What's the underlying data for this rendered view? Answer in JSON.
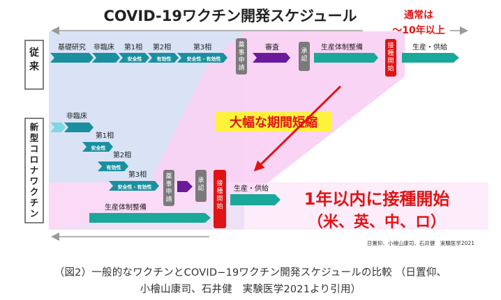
{
  "title": "COVID-19ワクチン開発スケジュール",
  "note": {
    "line1": "通常は",
    "line2": "〜10年以上"
  },
  "rows": {
    "conventional": "従来",
    "new_chars": [
      "新",
      "型",
      "コ",
      "ロ",
      "ナ",
      "ワ",
      "ク",
      "チ",
      "ン"
    ]
  },
  "conventional": {
    "basic_research": "基礎研究",
    "nonclinical": "非臨床",
    "phase1": "第1相",
    "phase1_sub": "安全性",
    "phase2": "第2相",
    "phase2_sub": "有効性",
    "phase3": "第3相",
    "phase3_sub": "安全性・有効性",
    "approval_application": [
      "薬",
      "事",
      "申",
      "請"
    ],
    "review": "審査",
    "approval": [
      "承",
      "認"
    ],
    "production_setup": "生産体制整備",
    "vaccination_start": [
      "接",
      "種",
      "開",
      "始"
    ],
    "production_supply": "生産・供給"
  },
  "new": {
    "nonclinical": "非臨床",
    "phase1": "第1相",
    "phase1_sub": "安全性",
    "phase2": "第2相",
    "phase2_sub": "有効性",
    "phase3": "第3相",
    "phase3_sub": "安全性・有効性",
    "approval_application": [
      "薬",
      "事",
      "申",
      "請"
    ],
    "approval": [
      "承",
      "認"
    ],
    "vaccination_start": [
      "接",
      "種",
      "開",
      "始"
    ],
    "production_supply": "生産・供給",
    "production_setup": "生産体制整備"
  },
  "callout_shorten": "大幅な期間短縮",
  "result": {
    "line1": "1年以内に接種開始",
    "line2": "（米、英、中、ロ）"
  },
  "credit": "日置仰、小檜山康司、石井健　実験医学2021",
  "caption": {
    "line1": "（図2）一般的なワクチンとCOVID−19ワクチン開発スケジュールの比較 （日置仰、",
    "line2": "小檜山康司、石井健　実験医学2021より引用）"
  },
  "colors": {
    "teal": "#1aa89a",
    "teal_light": "#5fd6c4",
    "purple": "#6a1a9a",
    "gray": "#7a7a7a",
    "red": "#e01414",
    "pink": "#fbd0f2",
    "blue_band": "#cfdaf2",
    "yellow": "#fff23a"
  }
}
